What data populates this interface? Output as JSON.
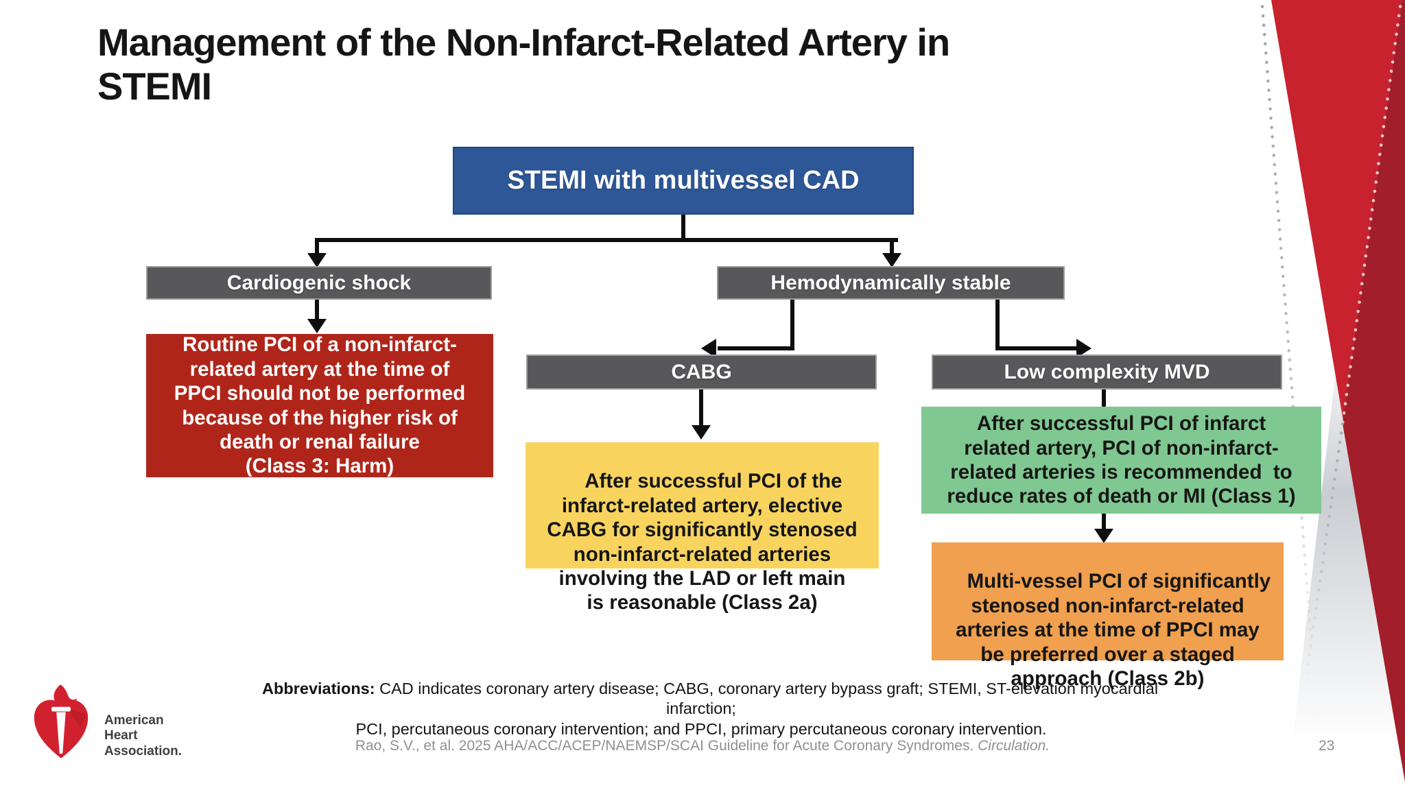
{
  "slide": {
    "title": "Management of the Non-Infarct-Related Artery in\nSTEMI",
    "page_number": "23"
  },
  "flowchart": {
    "root": {
      "label": "STEMI with multivessel CAD",
      "bg": "#2d5796"
    },
    "cardiogenic_shock": {
      "label": "Cardiogenic shock",
      "bg": "#58585a"
    },
    "hemodynamically_stable": {
      "label": "Hemodynamically stable",
      "bg": "#58585a"
    },
    "cabg": {
      "label": "CABG",
      "bg": "#58585a"
    },
    "low_complexity_mvd": {
      "label": "Low complexity MVD",
      "bg": "#58585a"
    },
    "class3_harm": {
      "text": "Routine PCI of a non-infarct-\nrelated artery at the time of\nPPCI should not be performed\nbecause of the higher risk of\ndeath or renal failure\n(Class 3: Harm)",
      "bg": "#b0251a"
    },
    "class2a": {
      "text": "After successful PCI of the\ninfarct-related artery, elective\nCABG for significantly stenosed\nnon-infarct-related arteries\ninvolving the LAD or left main\nis reasonable (Class 2a)",
      "bg": "#f8d45f"
    },
    "class1": {
      "text": "After successful PCI of infarct\nrelated artery, PCI of non-infarct-\nrelated arteries is recommended  to\nreduce rates of death or MI (Class 1)",
      "bg": "#80c891"
    },
    "class2b": {
      "text": "Multi-vessel PCI of significantly\nstenosed non-infarct-related\narteries at the time of PPCI may\nbe preferred over a staged\napproach (Class 2b)",
      "bg": "#f0a04e"
    }
  },
  "abbreviations": {
    "label": "Abbreviations:",
    "text": " CAD indicates coronary artery disease; CABG, coronary artery bypass graft; STEMI, ST-elevation myocardial\ninfarction;\nPCI, percutaneous coronary intervention; and PPCI, primary percutaneous coronary intervention."
  },
  "footer": {
    "citation": "Rao, S.V., et al. 2025 AHA/ACC/ACEP/NAEMSP/SCAI Guideline for Acute Coronary Syndromes. ",
    "citation_journal": "Circulation."
  },
  "logo": {
    "line1": "American",
    "line2": "Heart",
    "line3": "Association."
  },
  "colors": {
    "decor_red": "#c8222f",
    "decor_dark_red": "#a21e2a",
    "gray_wedge": "#bcc1c7",
    "arrow_black": "#0e0e0e",
    "footer_gray": "#8f9092",
    "logo_red": "#d2212e"
  }
}
